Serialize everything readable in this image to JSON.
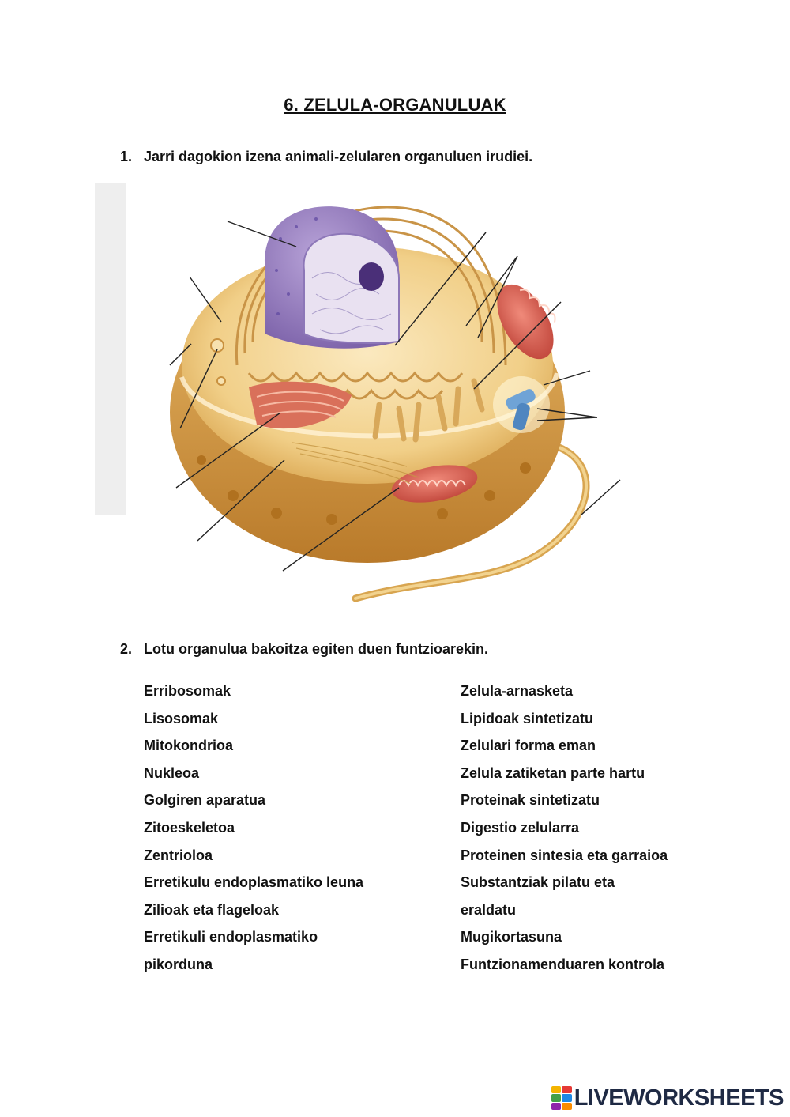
{
  "title": "6. ZELULA-ORGANULUAK",
  "q1": {
    "number": "1.",
    "text": "Jarri dagokion izena animali-zelularen organuluen irudiei."
  },
  "q2": {
    "number": "2.",
    "text": "Lotu organulua bakoitza egiten duen funtzioarekin."
  },
  "organelles": [
    "Erribosomak",
    "Lisosomak",
    "Mitokondrioa",
    "Nukleoa",
    "Golgiren aparatua",
    "Zitoeskeletoa",
    "Zentrioloa",
    "Erretikulu endoplasmatiko leuna",
    "Zilioak eta flageloak",
    "Erretikuli endoplasmatiko",
    "pikorduna"
  ],
  "functions": [
    "Zelula-arnasketa",
    "Lipidoak sintetizatu",
    "Zelulari forma eman",
    "Zelula zatiketan parte hartu",
    "Proteinak sintetizatu",
    "Digestio zelularra",
    "Proteinen sintesia eta garraioa",
    "Substantziak pilatu eta",
    "eraldatu",
    "Mugikortasuna",
    "Funtzionamenduaren kontrola"
  ],
  "logo": {
    "text": "LIVEWORKSHEETS",
    "colors": [
      "#f4b400",
      "#e53935",
      "#43a047",
      "#1e88e5",
      "#8e24aa",
      "#fb8c00"
    ]
  }
}
